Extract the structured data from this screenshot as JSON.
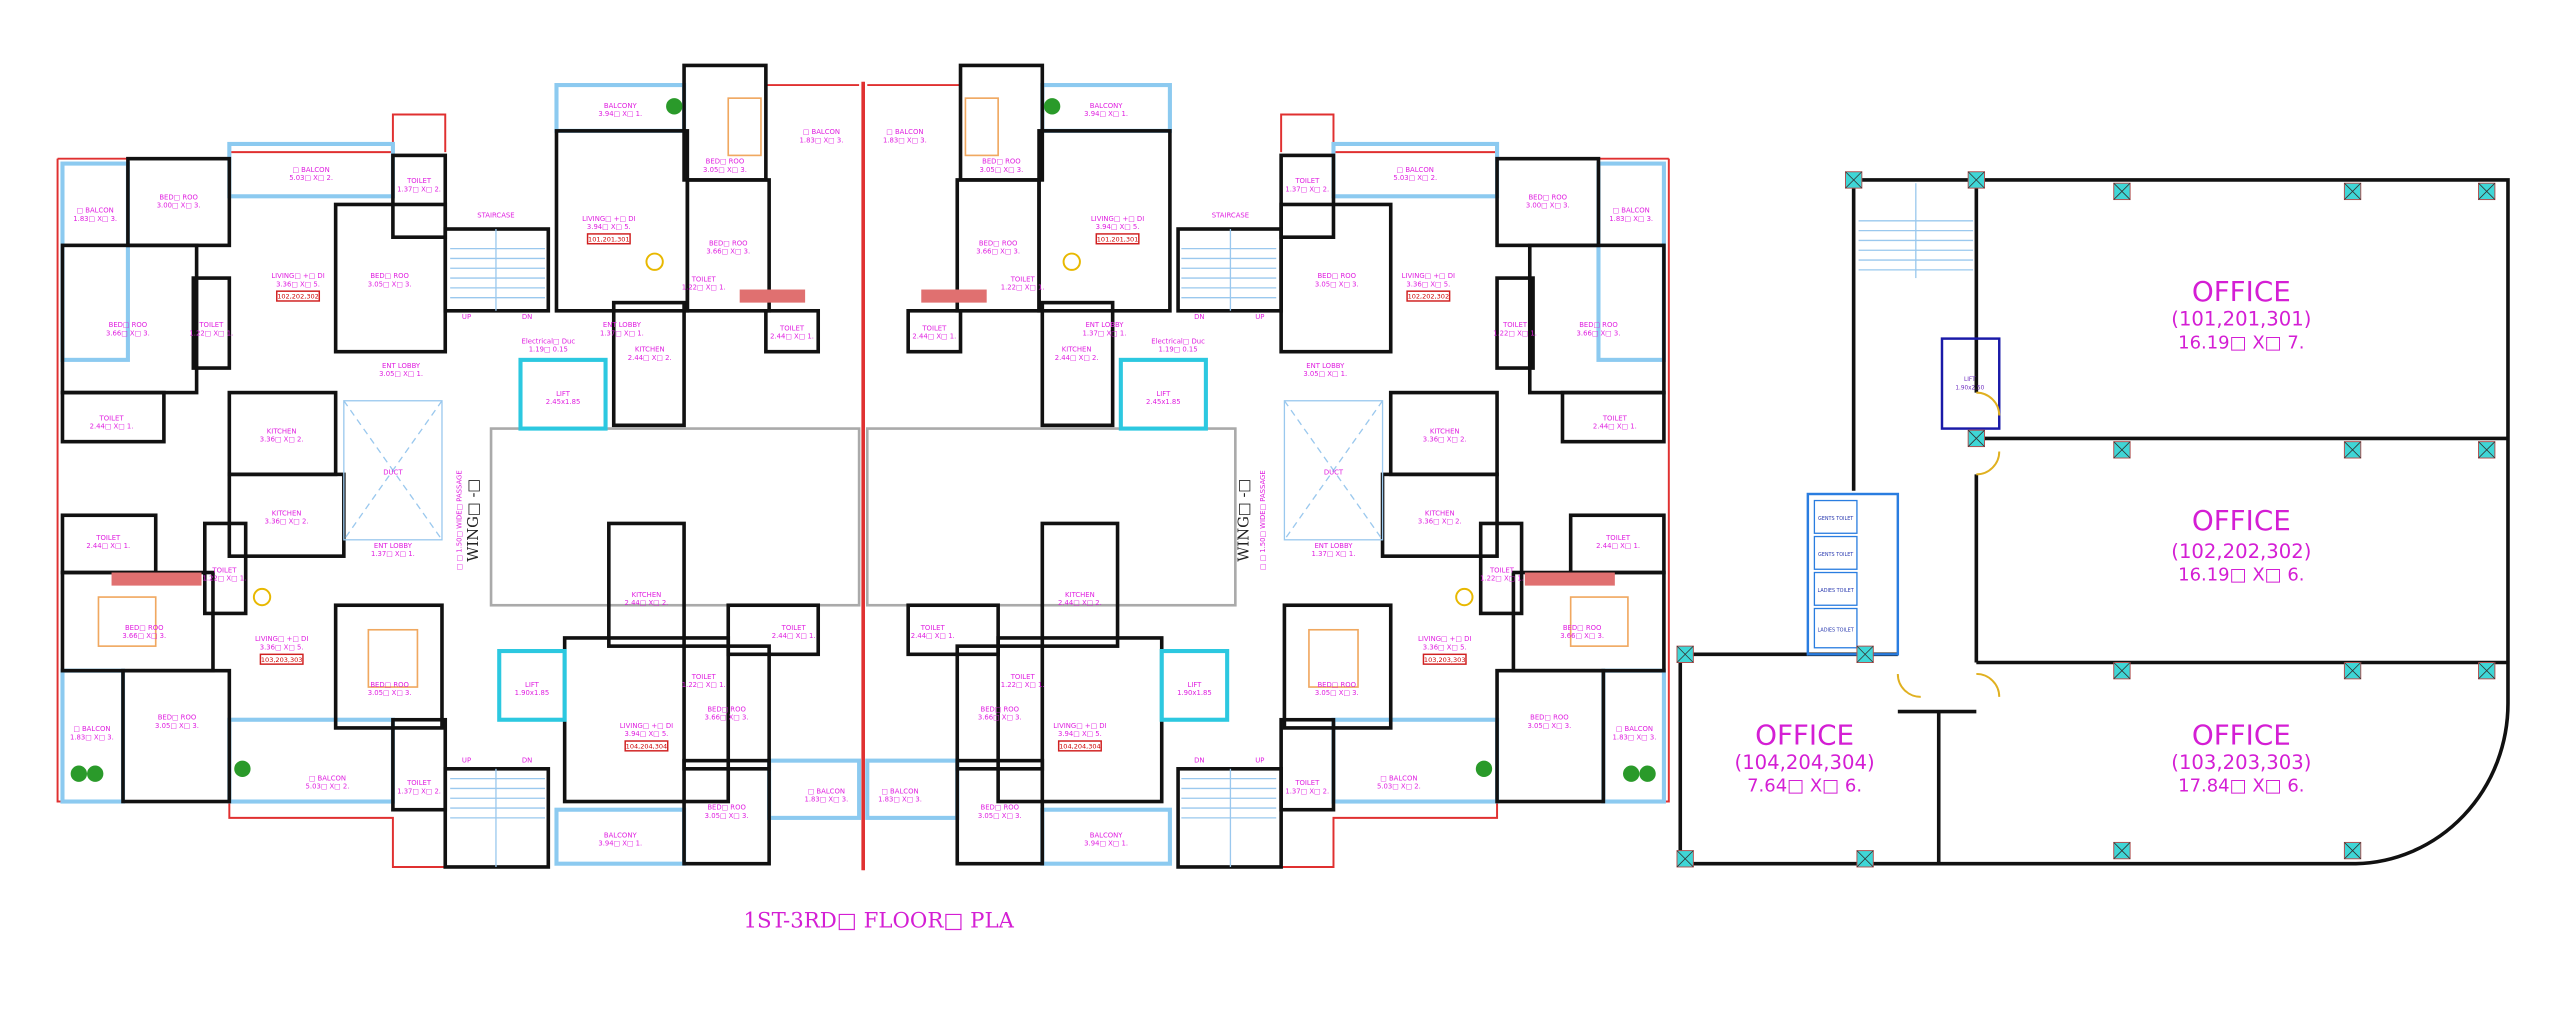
{
  "title": "1ST-3RD□ FLOOR□ PLA",
  "wing_label": "WING□ -□",
  "passage_label": "□ □ 1.50□ WIDE□ PASSAGE",
  "colors": {
    "label": "#e020e0",
    "wall": "#111111",
    "window": "#8ccaf0",
    "outline": "#e03030",
    "column": "#3fd6d6",
    "lift": "#1a1aa8"
  },
  "residential": {
    "left_rooms": [
      {
        "name": "□ BALCON",
        "dims": "1.83□ X□ 3."
      },
      {
        "name": "BED□ ROO",
        "dims": "3.00□ X□ 3."
      },
      {
        "name": "□ BALCON",
        "dims": "5.03□ X□ 2."
      },
      {
        "name": "TOILET",
        "dims": "1.37□ X□ 2."
      },
      {
        "name": "LIVING□ +□ DI",
        "dims": "3.36□ X□ 5.",
        "badge": "102,202,302"
      },
      {
        "name": "BED□ ROO",
        "dims": "3.66□ X□ 3."
      },
      {
        "name": "BED□ ROO",
        "dims": "3.05□ X□ 3."
      },
      {
        "name": "TOILET",
        "dims": "1.22□ X□ 1."
      },
      {
        "name": "TOILET",
        "dims": "2.44□ X□ 1."
      },
      {
        "name": "ENT LOBBY",
        "dims": "3.05□ X□ 1."
      },
      {
        "name": "KITCHEN",
        "dims": "3.36□ X□ 2."
      },
      {
        "name": "STAIRCASE",
        "dims": ""
      },
      {
        "name": "DUCT",
        "dims": ""
      },
      {
        "name": "TOILET",
        "dims": "2.44□ X□ 1."
      },
      {
        "name": "KITCHEN",
        "dims": "3.36□ X□ 2."
      },
      {
        "name": "ENT LOBBY",
        "dims": "1.37□ X□ 1."
      },
      {
        "name": "TOILET",
        "dims": "1.22□ X□ 1."
      },
      {
        "name": "BED□ ROO",
        "dims": "3.66□ X□ 3."
      },
      {
        "name": "LIVING□ +□ DI",
        "dims": "3.36□ X□ 5.",
        "badge": "103,203,303"
      },
      {
        "name": "BED□ ROO",
        "dims": "3.05□ X□ 3."
      },
      {
        "name": "BED□ ROO",
        "dims": "3.05□ X□ 3."
      },
      {
        "name": "□ BALCON",
        "dims": "1.83□ X□ 3."
      },
      {
        "name": "□ BALCON",
        "dims": "5.03□ X□ 2."
      },
      {
        "name": "TOILET",
        "dims": "1.37□ X□ 2."
      },
      {
        "name": "BALCONY",
        "dims": "3.94□ X□ 1."
      },
      {
        "name": "BED□ ROO",
        "dims": "3.05□ X□ 3."
      },
      {
        "name": "LIVING□ +□ DI",
        "dims": "3.94□ X□ 5.",
        "badge": "101,201,301"
      },
      {
        "name": "BED□ ROO",
        "dims": "3.66□ X□ 3."
      },
      {
        "name": "TOILET",
        "dims": "1.22□ X□ 1."
      },
      {
        "name": "KITCHEN",
        "dims": "2.44□ X□ 2."
      },
      {
        "name": "ENT LOBBY",
        "dims": "1.37□ X□ 1."
      },
      {
        "name": "LIFT",
        "dims": "2.45x1.85"
      },
      {
        "name": "Electrical□ Duc",
        "dims": "1.19□ 0.15"
      },
      {
        "name": "□ BALCON",
        "dims": "1.83□ X□ 3."
      },
      {
        "name": "TOILET",
        "dims": "2.44□ X□ 1."
      },
      {
        "name": "KITCHEN",
        "dims": "2.44□ X□ 2."
      },
      {
        "name": "TOILET",
        "dims": "1.22□ X□ 1."
      },
      {
        "name": "LIVING□ +□ DI",
        "dims": "3.94□ X□ 5.",
        "badge": "104,204,304"
      },
      {
        "name": "BED□ ROO",
        "dims": "3.66□ X□ 3."
      },
      {
        "name": "TOILET",
        "dims": "2.44□ X□ 1."
      },
      {
        "name": "□ BALCON",
        "dims": "1.83□ X□ 3."
      },
      {
        "name": "BED□ ROO",
        "dims": "3.05□ X□ 3."
      },
      {
        "name": "BALCONY",
        "dims": "3.94□ X□ 1."
      },
      {
        "name": "LIFT",
        "dims": "1.90x1.85"
      }
    ],
    "stair_marks": [
      "UP",
      "DN"
    ]
  },
  "offices": [
    {
      "label": "OFFICE",
      "units": "(101,201,301)",
      "dims": "16.19□ X□ 7."
    },
    {
      "label": "OFFICE",
      "units": "(102,202,302)",
      "dims": "16.19□ X□ 6."
    },
    {
      "label": "OFFICE",
      "units": "(103,203,303)",
      "dims": "17.84□ X□ 6."
    },
    {
      "label": "OFFICE",
      "units": "(104,204,304)",
      "dims": "7.64□ X□ 6."
    }
  ],
  "office_core": {
    "lift": "LIFT",
    "lift_dims": "1.90x2.50",
    "toilets": [
      "GENTS TOILET",
      "GENTS TOILET",
      "LADIES TOILET",
      "LADIES TOILET"
    ]
  }
}
